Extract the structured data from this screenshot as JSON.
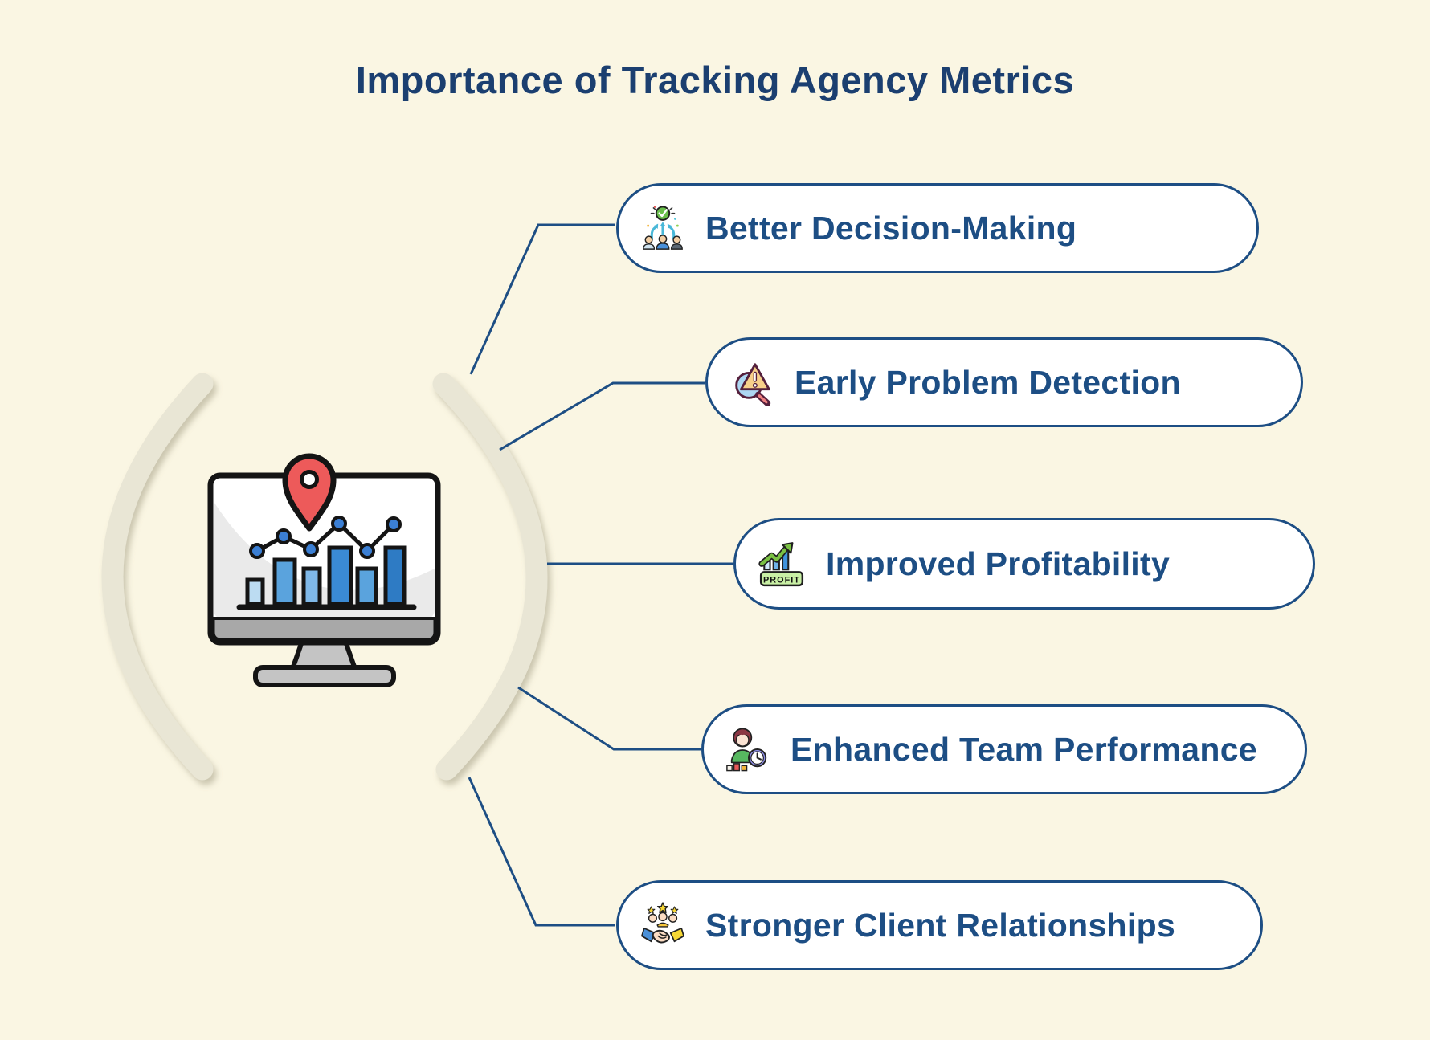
{
  "header": {
    "title": "Importance of Tracking Agency Metrics"
  },
  "center": {
    "icon": "analytics-monitor-icon"
  },
  "items": [
    {
      "label": "Better Decision-Making",
      "icon": "decision-paths-check-icon"
    },
    {
      "label": "Early Problem Detection",
      "icon": "warning-magnifier-icon"
    },
    {
      "label": "Improved Profitability",
      "icon": "profit-growth-chart-icon",
      "badge": "PROFIT"
    },
    {
      "label": "Enhanced Team Performance",
      "icon": "team-member-clock-icon"
    },
    {
      "label": "Stronger Client Relationships",
      "icon": "handshake-stars-icon"
    }
  ],
  "colors": {
    "background": "#faf6e3",
    "pill_background": "#ffffff",
    "navy": "#1d4e84",
    "title": "#1b3f70",
    "arc_beige": "#e9e6d5",
    "pin_red": "#ed5a5a",
    "profit_green": "#7ac143",
    "bar_blue": "#3a8ad4",
    "check_green": "#6abf4b"
  }
}
